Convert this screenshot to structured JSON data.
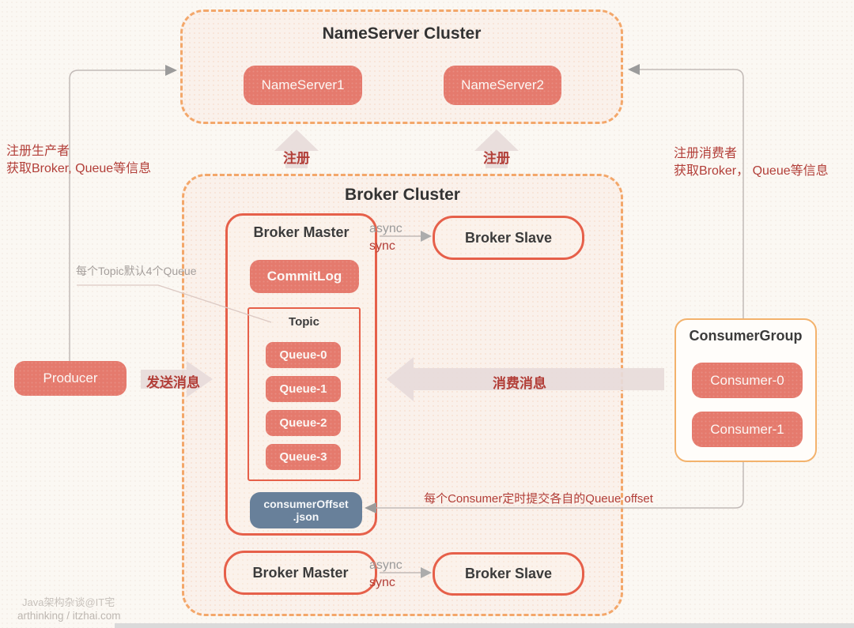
{
  "colors": {
    "accent_border_red": "#E6604A",
    "salmon_fill": "#E57A6D",
    "dashed_orange": "#F3A76A",
    "consumer_group_orange": "#F3B26C",
    "offset_store_blue": "#68809A",
    "annotation_red": "#B23E38",
    "line_grey": "#C2BAB7"
  },
  "nameserver_cluster": {
    "title": "NameServer Cluster",
    "nodes": [
      "NameServer1",
      "NameServer2"
    ]
  },
  "register_label": "注册",
  "left_note": {
    "line1": "注册生产者",
    "line2": "获取Broker, Queue等信息"
  },
  "right_note": {
    "line1": "注册消费者",
    "line2": "获取Broker， Queue等信息"
  },
  "broker_cluster": {
    "title": "Broker Cluster",
    "master_top": {
      "title": "Broker Master",
      "commitlog": "CommitLog",
      "topic": {
        "title": "Topic",
        "queues": [
          "Queue-0",
          "Queue-1",
          "Queue-2",
          "Queue-3"
        ]
      },
      "offset_store": {
        "line1": "consumerOffset",
        "line2": ".json"
      }
    },
    "slave_top": "Broker Slave",
    "master_bottom": "Broker Master",
    "slave_bottom": "Broker Slave",
    "replication": {
      "async": "async",
      "sync": "sync"
    }
  },
  "producer": {
    "label": "Producer",
    "send_label": "发送消息"
  },
  "consume_label": "消费消息",
  "consumer_group": {
    "title": "ConsumerGroup",
    "consumers": [
      "Consumer-0",
      "Consumer-1"
    ]
  },
  "topic_note": "每个Topic默认4个Queue",
  "offset_note": "每个Consumer定时提交各自的Queue offset",
  "watermark": {
    "line1": "Java架构杂谈@IT宅",
    "line2": "arthinking / itzhai.com"
  }
}
